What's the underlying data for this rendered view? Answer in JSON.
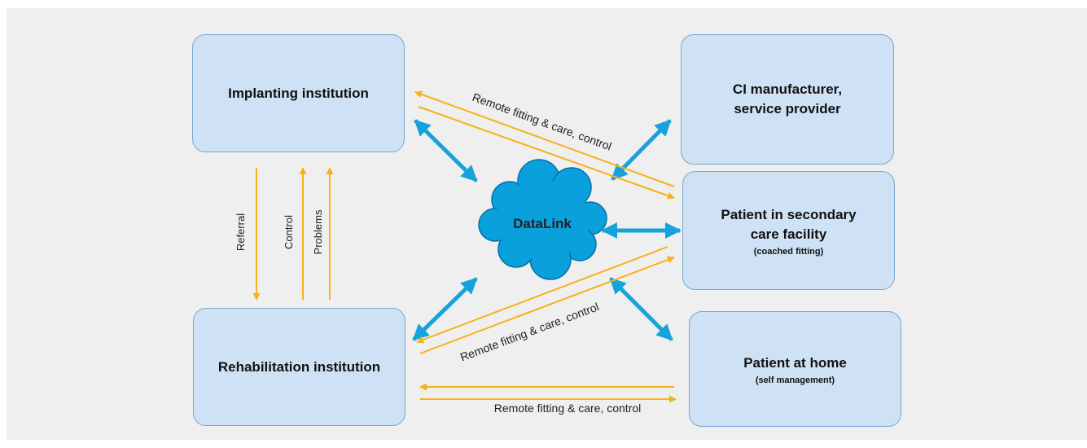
{
  "nodes": {
    "implanting": {
      "title": "Implanting institution"
    },
    "manufacturer": {
      "title_line1": "CI manufacturer,",
      "title_line2": "service provider"
    },
    "secondary": {
      "title_line1": "Patient in secondary",
      "title_line2": "care facility",
      "subtitle": "(coached fitting)"
    },
    "rehabilitation": {
      "title": "Rehabilitation institution"
    },
    "home": {
      "title": "Patient at home",
      "subtitle": "(self management)"
    }
  },
  "hub": {
    "label": "DataLink"
  },
  "edge_labels": {
    "referral": "Referral",
    "control": "Control",
    "problems": "Problems",
    "remote_upper": "Remote fitting & care, control",
    "remote_middle": "Remote fitting & care, control",
    "remote_bottom": "Remote fitting & care, control"
  },
  "colors": {
    "box_fill": "#cfe2f5",
    "box_border": "#7aa6cf",
    "cloud": "#0aa0dc",
    "data_arrow": "#16a3dc",
    "flow_arrow": "#f5b21a",
    "background": "#efefef"
  }
}
